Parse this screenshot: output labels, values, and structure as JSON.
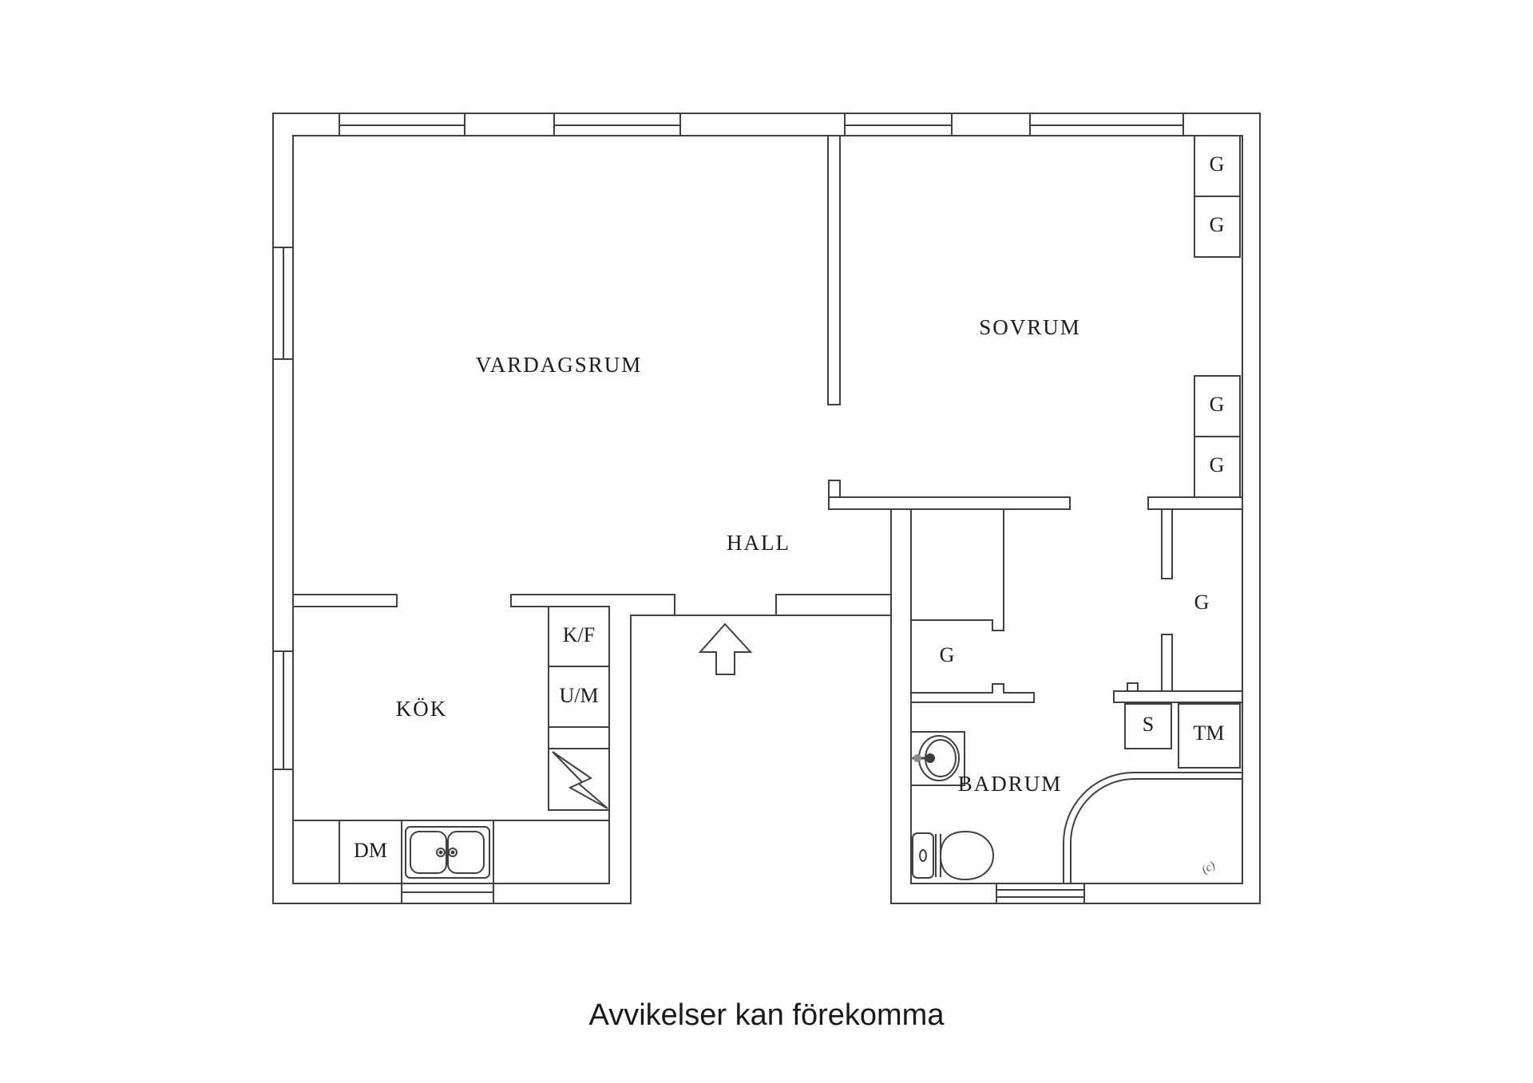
{
  "meta": {
    "background_color": "#ffffff",
    "line_color": "#404040",
    "text_color": "#1c1c1c",
    "drawing_type": "apartment floor plan"
  },
  "rooms": {
    "living_room": "VARDAGSRUM",
    "bedroom": "SOVRUM",
    "hall": "HALL",
    "kitchen": "KÖK",
    "bathroom": "BADRUM"
  },
  "markers": {
    "wardrobe_top_1": "G",
    "wardrobe_top_2": "G",
    "wardrobe_mid_1": "G",
    "wardrobe_mid_2": "G",
    "wardrobe_room": "G",
    "hall_closet": "G",
    "fridge_freezer": "K/F",
    "oven_microwave": "U/M",
    "dishwasher": "DM",
    "cabinet_s": "S",
    "washing_machine": "TM",
    "copyright_mark": "(c)"
  },
  "caption": "Avvikelser kan förekomma"
}
